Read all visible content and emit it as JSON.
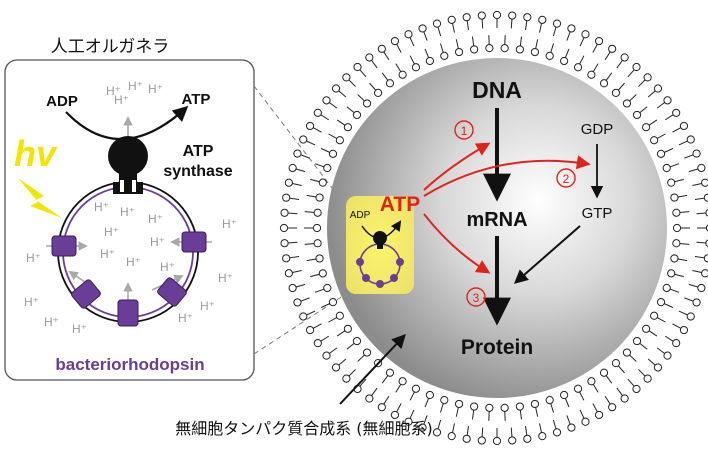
{
  "title_inset": "人工オルガネラ",
  "inset": {
    "adp": "ADP",
    "atp": "ATP",
    "hv": "hv",
    "synthase_line1": "ATP",
    "synthase_line2": "synthase",
    "bacteriorhodopsin": "bacteriorhodopsin",
    "proton": "H⁺"
  },
  "cell": {
    "dna": "DNA",
    "mrna": "mRNA",
    "protein": "Protein",
    "atp": "ATP",
    "gdp": "GDP",
    "gtp": "GTP",
    "mini_adp": "ADP",
    "step1": "1",
    "step2": "2",
    "step3": "3"
  },
  "caption": "無細胞タンパク質合成系 (無細胞系)",
  "colors": {
    "red": "#e0241b",
    "purple": "#6a3d96",
    "black": "#111111",
    "yellow": "#f2e600",
    "gray_arrow": "#a8a8a8"
  }
}
